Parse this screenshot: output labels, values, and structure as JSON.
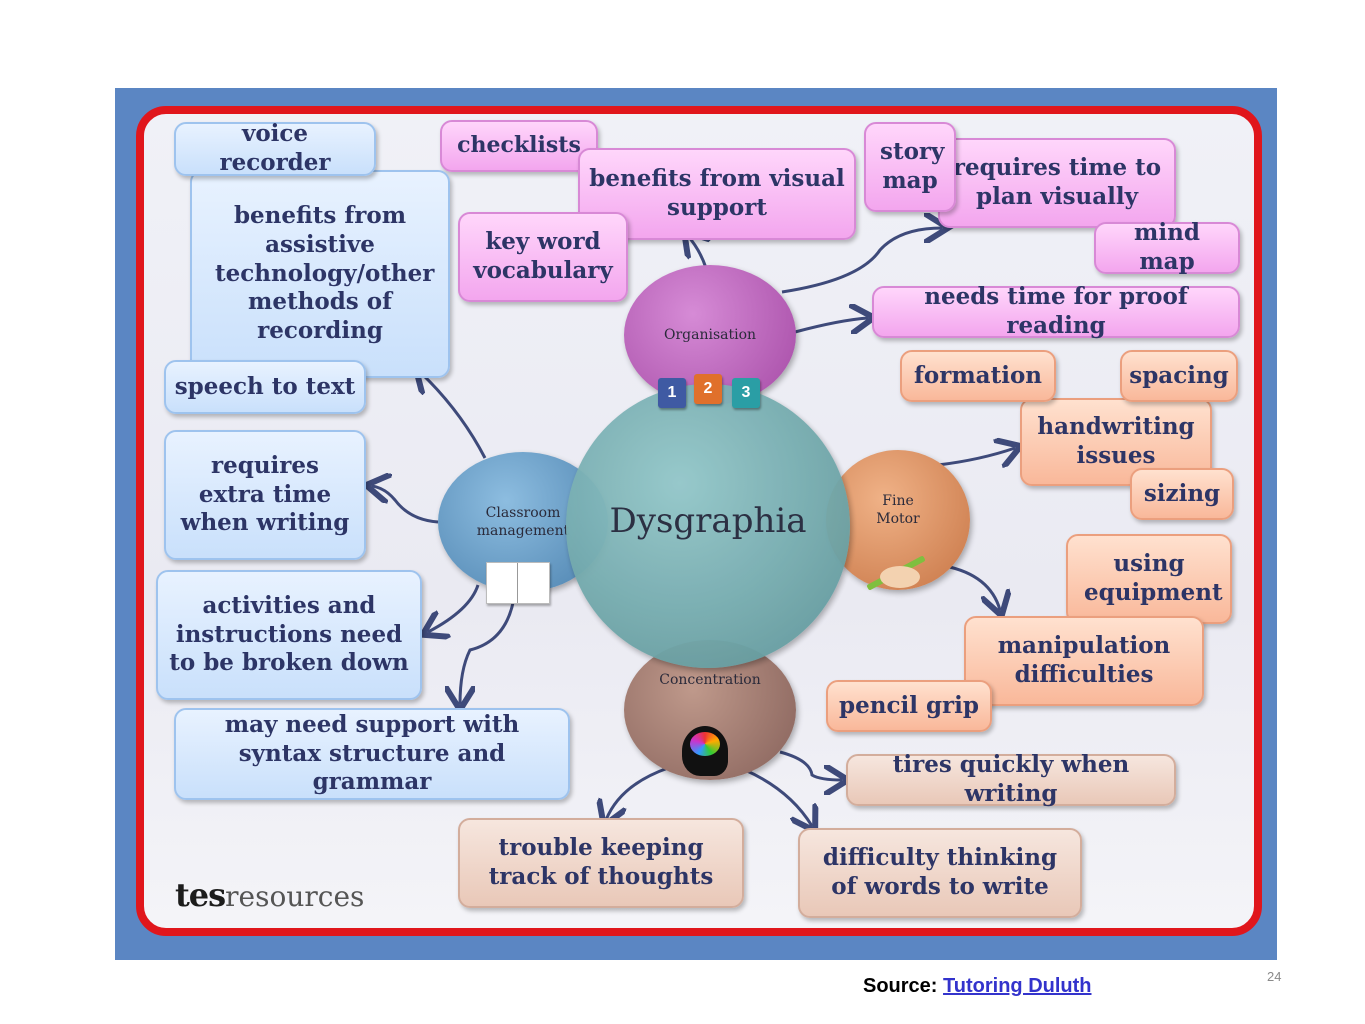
{
  "center": {
    "label": "Dysgraphia"
  },
  "hubs": {
    "organisation": "Organisation",
    "classroom": "Classroom management",
    "fine_motor": "Fine Motor",
    "concentration": "Concentration"
  },
  "organisation_nodes": {
    "checklists": "checklists",
    "benefits_visual": "benefits from visual support",
    "key_word": "key word vocabulary",
    "story_map": "story map",
    "requires_time": "requires time to plan visually",
    "mind_map": "mind map",
    "proof_reading": "needs time for proof reading",
    "steps": [
      "1",
      "2",
      "3"
    ]
  },
  "classroom_nodes": {
    "voice_recorder": "voice recorder",
    "assistive": "benefits from assistive technology/other methods of recording",
    "speech_to_text": "speech to text",
    "extra_time": "requires extra time when writing",
    "broken_down": "activities and instructions need to be broken down",
    "syntax": "may need support with syntax structure and grammar"
  },
  "fine_motor_nodes": {
    "formation": "formation",
    "spacing": "spacing",
    "handwriting": "handwriting issues",
    "sizing": "sizing",
    "equipment": "using equipment",
    "manipulation": "manipulation difficulties",
    "pencil_grip": "pencil grip"
  },
  "concentration_nodes": {
    "tires": "tires quickly when writing",
    "track": "trouble keeping track of thoughts",
    "thinking": "difficulty thinking of words to write"
  },
  "logo": {
    "tes": "tes",
    "resources": "resources"
  },
  "footer": {
    "source_label": "Source:",
    "source_link": "Tutoring Duluth",
    "page_number": "24"
  },
  "colors": {
    "frame": "#5b86c3",
    "border": "#e0161c",
    "blue": "#c9e0fb",
    "pink": "#f3a6ee",
    "orange": "#f9b89a",
    "tan": "#e9c8b8",
    "center": "#6aa3a8",
    "organisation": "#b45fb4",
    "classroom": "#5c93bd",
    "fine_motor": "#d98a5c",
    "concentration": "#9a7468",
    "text": "#2d3566"
  }
}
